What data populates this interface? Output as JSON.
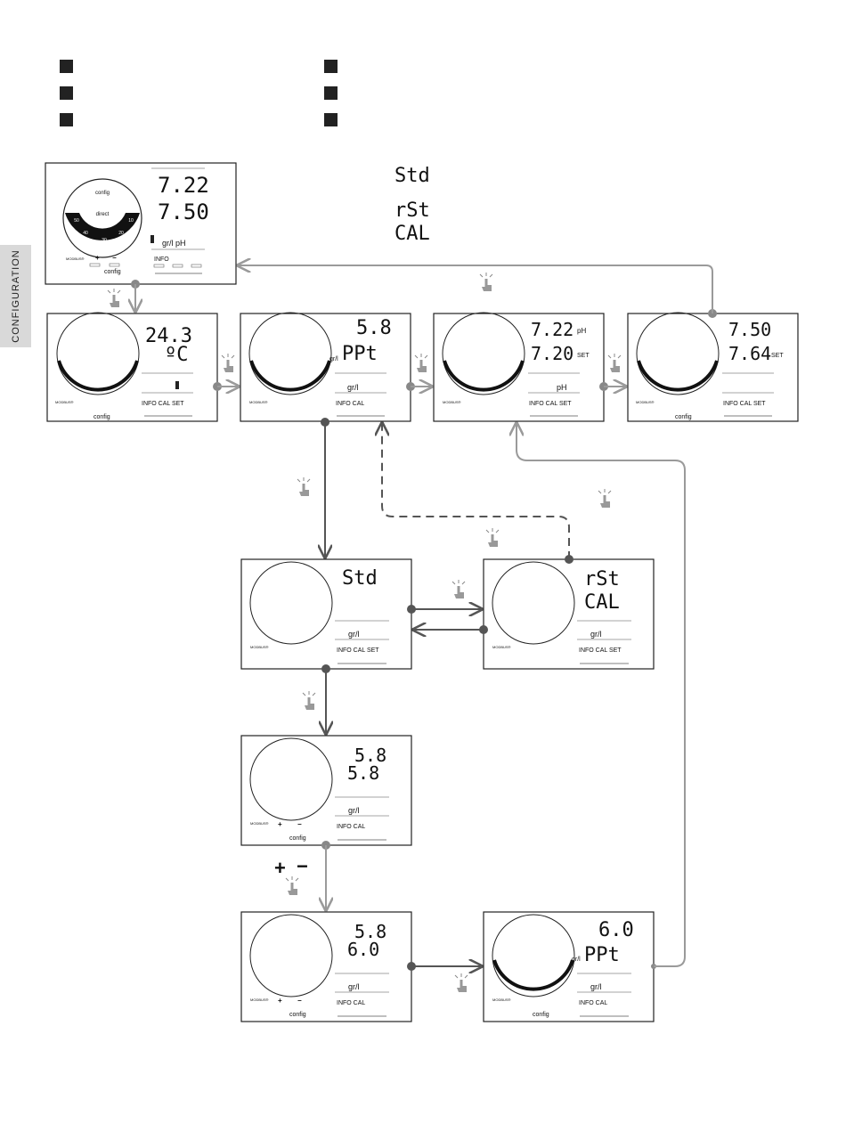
{
  "side_tab": {
    "label": "CONFIGURATION"
  },
  "legend_codes": {
    "std": "Std",
    "rst": "rSt",
    "cal": "CAL"
  },
  "screens": {
    "s0": {
      "top": "7.22",
      "bottom": "7.50",
      "units": "gr/l  pH",
      "buttons": "INFO",
      "wheel_center": "config",
      "wheel_mid": "direct",
      "wheel_ticks": [
        "50",
        "40",
        "30",
        "20",
        "10"
      ],
      "modbus": "MODBUS®",
      "plus": "+",
      "minus": "−",
      "config": "config"
    },
    "s1": {
      "top": "24.3",
      "bottom": "ºC",
      "units": "",
      "buttons": "INFO   CAL   SET",
      "modbus": "MODBUS®",
      "config": "config"
    },
    "s2": {
      "top": "5.8",
      "bottom": "PPt",
      "side": "gr/l",
      "units": "gr/l",
      "buttons": "INFO   CAL",
      "modbus": "MODBUS®"
    },
    "s3": {
      "top": "7.22",
      "top_unit": "pH",
      "bottom": "7.20",
      "bottom_unit": "SET",
      "units": "pH",
      "buttons": "INFO   CAL   SET",
      "modbus": "MODBUS®"
    },
    "s4": {
      "top": "7.50",
      "bottom": "7.64",
      "bottom_unit": "SET",
      "units": "",
      "buttons": "INFO   CAL   SET",
      "modbus": "MODBUS®",
      "config": "config"
    },
    "s5": {
      "top": "Std",
      "units": "gr/l",
      "buttons": "INFO   CAL   SET",
      "modbus": "MODBUS®"
    },
    "s6": {
      "top": "rSt",
      "bottom": "CAL",
      "units": "gr/l",
      "buttons": "INFO   CAL   SET",
      "modbus": "MODBUS®"
    },
    "s7": {
      "top": "5.8",
      "bottom": "5.8",
      "units": "gr/l",
      "buttons": "INFO   CAL",
      "modbus": "MODBUS®",
      "plus": "+",
      "minus": "−",
      "config": "config"
    },
    "s8": {
      "top": "5.8",
      "bottom": "6.0",
      "units": "gr/l",
      "buttons": "INFO   CAL",
      "modbus": "MODBUS®",
      "plus": "+",
      "minus": "−",
      "config": "config"
    },
    "s9": {
      "top": "6.0",
      "bottom": "PPt",
      "side": "gr/l",
      "units": "gr/l",
      "buttons": "INFO   CAL",
      "modbus": "MODBUS®",
      "config": "config"
    }
  },
  "plus_minus": {
    "plus": "+",
    "minus": "−"
  },
  "colors": {
    "arrow_dark": "#555555",
    "arrow_light": "#9a9a9a",
    "ink": "#1a1a1a"
  }
}
